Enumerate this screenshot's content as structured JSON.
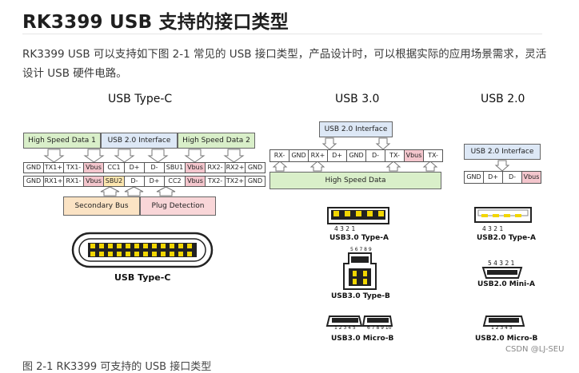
{
  "title": "RK3399 USB 支持的接口类型",
  "paragraph": "RK3399 USB 可以支持如下图 2-1 常见的 USB 接口类型，产品设计时，可以根据实际的应用场景需求，灵活设计 USB 硬件电路。",
  "figure": {
    "typec": {
      "heading": "USB Type-C",
      "top_boxes": [
        "High Speed Data 1",
        "USB 2.0 Interface",
        "High Speed Data 2"
      ],
      "row1": [
        "GND",
        "TX1+",
        "TX1-",
        "Vbus",
        "CC1",
        "D+",
        "D-",
        "SBU1",
        "Vbus",
        "RX2-",
        "RX2+",
        "GND"
      ],
      "row2": [
        "GND",
        "RX1+",
        "RX1-",
        "Vbus",
        "SBU2",
        "D-",
        "D+",
        "CC2",
        "Vbus",
        "TX2-",
        "TX2+",
        "GND"
      ],
      "bottom_boxes": [
        "Secondary Bus",
        "Plug Detection"
      ],
      "connector_label": "USB Type-C"
    },
    "usb30": {
      "heading": "USB 3.0",
      "top_box": "USB 2.0 Interface",
      "pins": [
        "RX-",
        "GND",
        "RX+",
        "D+",
        "GND",
        "D-",
        "TX-",
        "Vbus",
        "TX-"
      ],
      "bottom_box": "High Speed Data",
      "type_a_pins": "4  3  2  1",
      "type_a_label": "USB3.0 Type-A",
      "type_b_pins": "5 6 7 8 9",
      "type_b_label": "USB3.0 Type-B",
      "micro_b_pins_left": "1 2 3 4 5",
      "micro_b_pins_right": "6 7 8 9 10",
      "micro_b_label": "USB3.0 Micro-B"
    },
    "usb20": {
      "heading": "USB 2.0",
      "top_box": "USB 2.0 Interface",
      "pins": [
        "GND",
        "D+",
        "D-",
        "Vbus"
      ],
      "type_a_pins": "4  3  2  1",
      "type_a_label": "USB2.0 Type-A",
      "mini_pins": "5 4 3 2 1",
      "mini_label": "USB2.0 Mini-A",
      "micro_pins": "1 2 3 4 5",
      "micro_label": "USB2.0 Micro-B"
    },
    "caption_partial": "图 2-1 RK3399 可支持的 USB 接口类型",
    "watermark": "CSDN @LJ-SEU"
  },
  "colors": {
    "green": "#d9efc9",
    "blue": "#dde8f6",
    "pink": "#f4c6cd",
    "yellow": "#fde7b0",
    "orange_box": "#fbe3c4",
    "pink_box": "#f9d6d8"
  }
}
